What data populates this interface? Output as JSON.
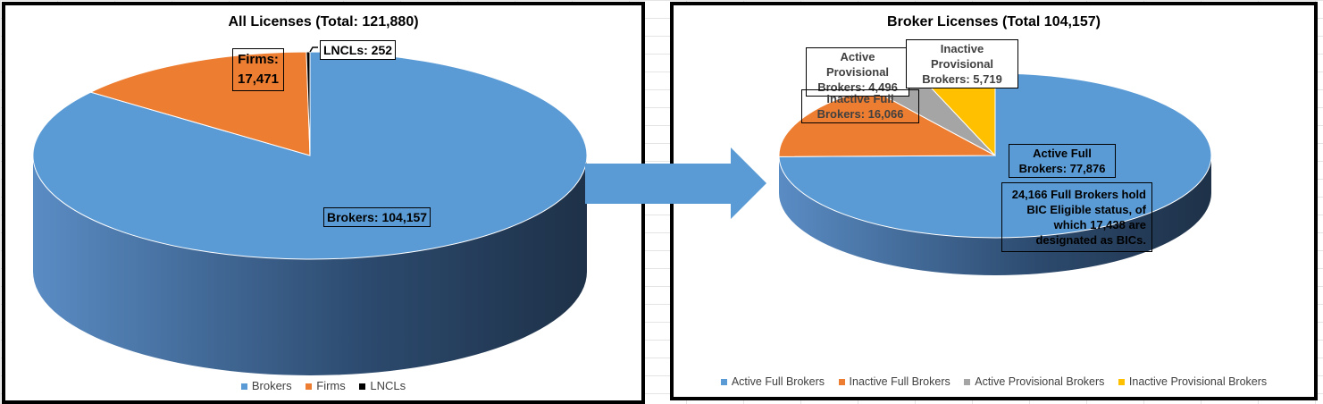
{
  "chart_data": [
    {
      "type": "pie",
      "title": "All Licenses (Total: 121,880)",
      "categories": [
        "Brokers",
        "Firms",
        "LNCLs"
      ],
      "values": [
        104157,
        17471,
        252
      ],
      "colors": [
        "#5b9bd5",
        "#ed7d31",
        "#000000"
      ],
      "data_labels": [
        "Brokers: 104,157",
        "Firms: 17,471",
        "LNCLs: 252"
      ],
      "legend": "bottom"
    },
    {
      "type": "pie",
      "title": "Broker Licenses (Total 104,157)",
      "categories": [
        "Active Full Brokers",
        "Inactive Full Brokers",
        "Active Provisional Brokers",
        "Inactive Provisional Brokers"
      ],
      "values": [
        77876,
        16066,
        4496,
        5719
      ],
      "colors": [
        "#5b9bd5",
        "#ed7d31",
        "#a5a5a5",
        "#ffc000"
      ],
      "data_labels": [
        "Active Full Brokers: 77,876",
        "Inactive Full Brokers: 16,066",
        "Active Provisional Brokers: 4,496",
        "Inactive Provisional Brokers: 5,719"
      ],
      "annotation": "24,166 Full Brokers hold BIC Eligible status, of which 17,438 are designated as BICs.",
      "legend": "bottom"
    }
  ]
}
